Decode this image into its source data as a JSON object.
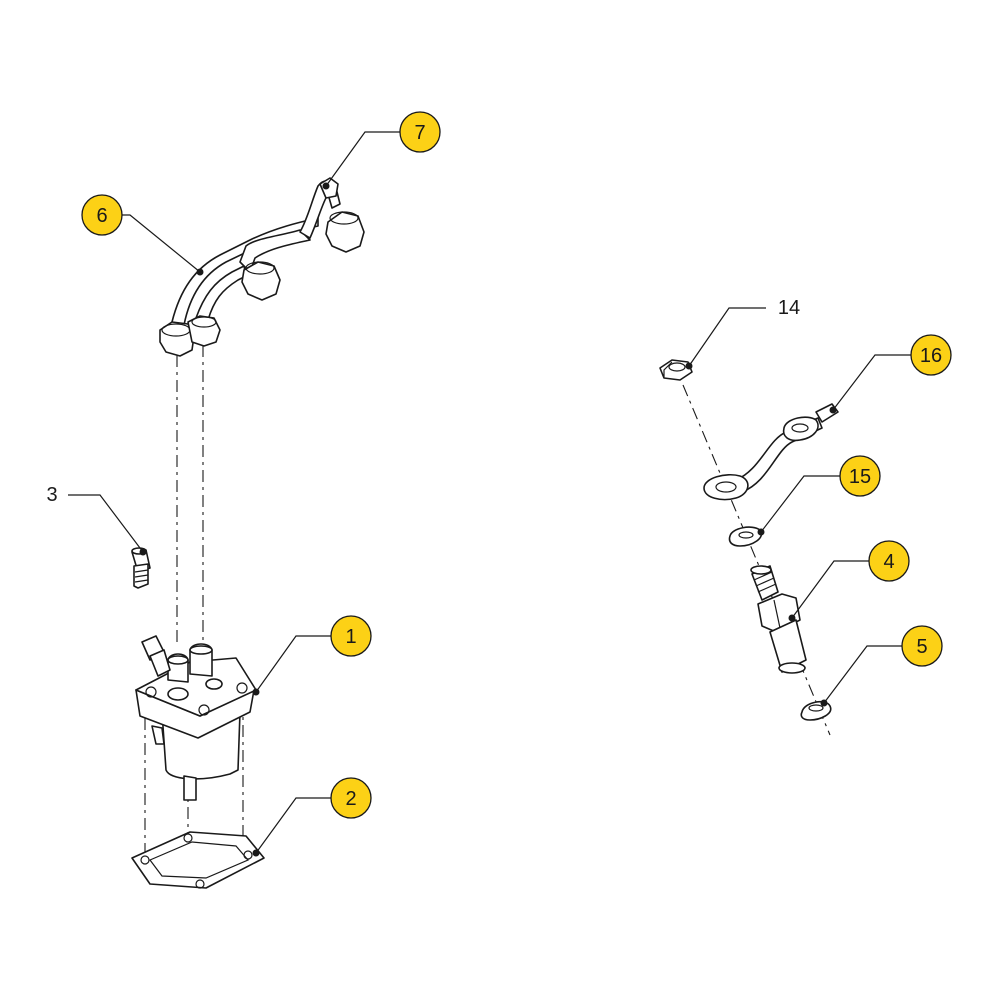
{
  "colors": {
    "callout_fill": "#fcd116",
    "line": "#1a1a1a",
    "background": "#ffffff"
  },
  "callouts": {
    "c1": "1",
    "c2": "2",
    "c3": "3",
    "c4": "4",
    "c5": "5",
    "c6": "6",
    "c7": "7",
    "c14": "14",
    "c15": "15",
    "c16": "16"
  }
}
